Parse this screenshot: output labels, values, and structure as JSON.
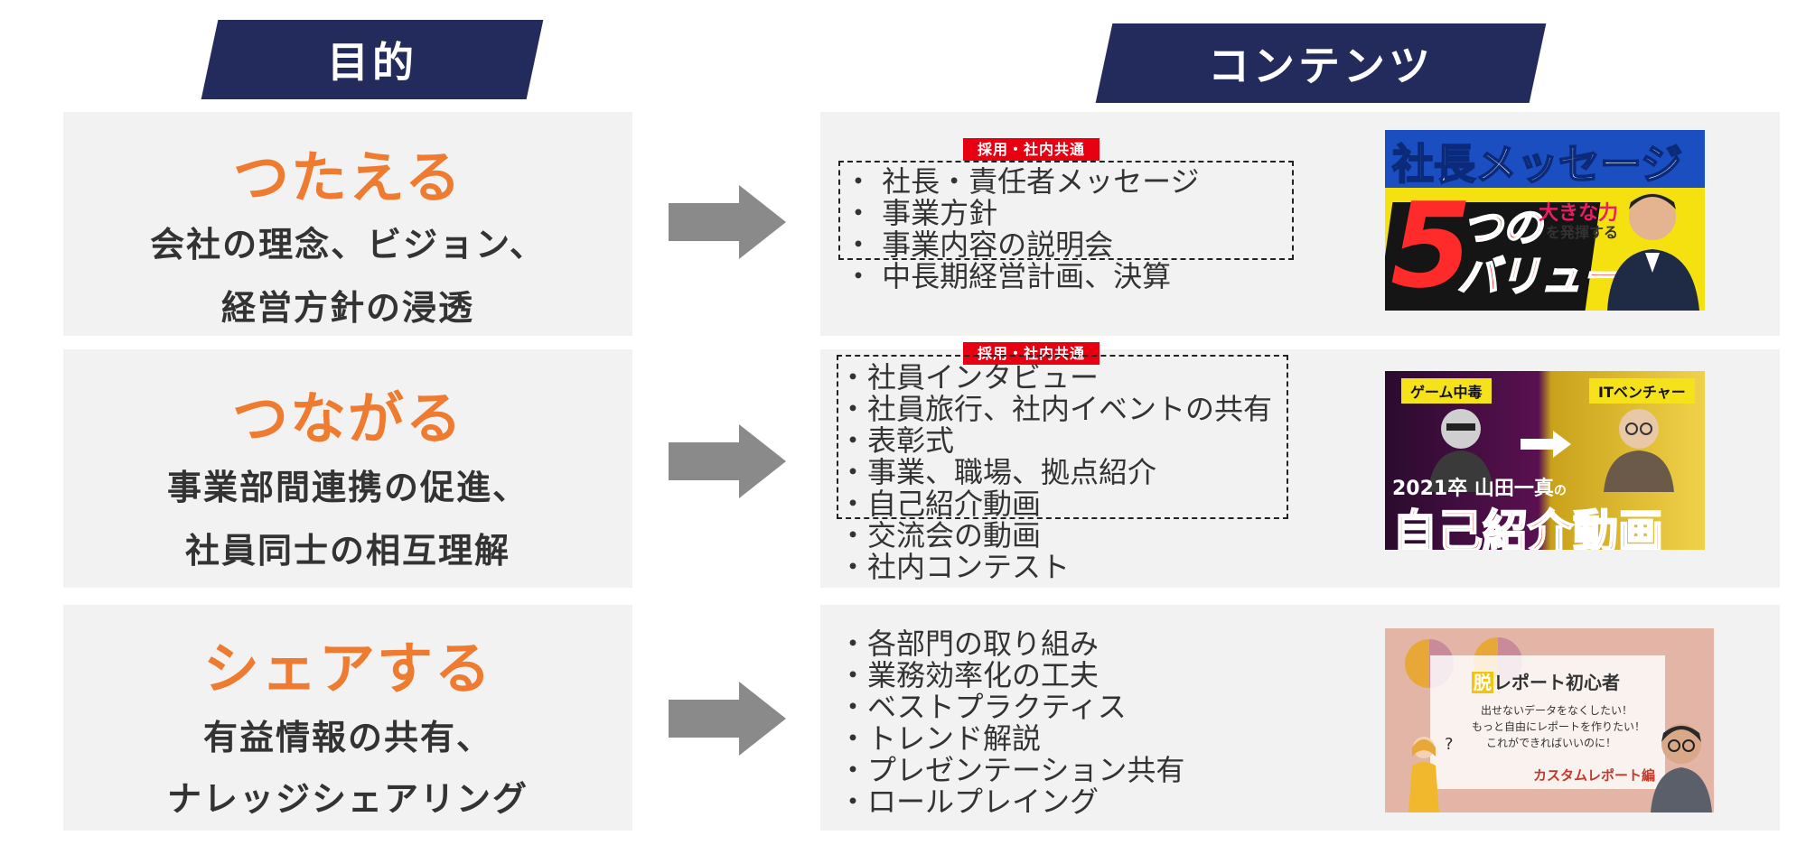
{
  "headers": {
    "purpose": "目的",
    "contents": "コンテンツ"
  },
  "colors": {
    "header_navy": "#232b5c",
    "accent_orange": "#ee7b30",
    "tag_red": "#e60012",
    "panel_gray": "#f2f2f2",
    "arrow_gray": "#8a8a8a"
  },
  "rows": [
    {
      "purpose_title": "つたえる",
      "purpose_line1": "会社の理念、ビジョン、",
      "purpose_line2": "経営方針の浸透",
      "tag": "採用・社内共通",
      "items": [
        "・ 社長・責任者メッセージ",
        "・ 事業方針",
        "・ 事業内容の説明会",
        "・ 中長期経営計画、決算"
      ],
      "thumb": {
        "title": "社長メッセージ",
        "big_num": "5",
        "big_text1": "つの",
        "big_text2": "バリュー",
        "sub1": "大きな力",
        "sub2": "を発揮する"
      }
    },
    {
      "purpose_title": "つながる",
      "purpose_line1": "事業部間連携の促進、",
      "purpose_line2": "社員同士の相互理解",
      "tag": "採用・社内共通",
      "items": [
        "・社員インタビュー",
        "・社員旅行、社内イベントの共有",
        "・表彰式",
        "・事業、職場、拠点紹介",
        "・自己紹介動画",
        "・交流会の動画",
        "・社内コンテスト"
      ],
      "thumb": {
        "label_left": "ゲーム中毒",
        "label_right": "ITベンチャー",
        "name": "2021卒 山田一真",
        "name_suffix": "の",
        "big": "自己紹介動画"
      }
    },
    {
      "purpose_title": "シェアする",
      "purpose_line1": "有益情報の共有、",
      "purpose_line2": "ナレッジシェアリング",
      "items": [
        "・各部門の取り組み",
        "・業務効率化の工夫",
        "・ベストプラクティス",
        "・トレンド解説",
        "・プレゼンテーション共有",
        "・ロールプレイング"
      ],
      "thumb": {
        "title_mark": "脱",
        "title": "レポート初心者",
        "line1": "出せないデータをなくしたい！",
        "line2": "もっと自由にレポートを作りたい！",
        "line3": "これができればいいのに！",
        "footer": "カスタムレポート編",
        "question": "?"
      }
    }
  ]
}
